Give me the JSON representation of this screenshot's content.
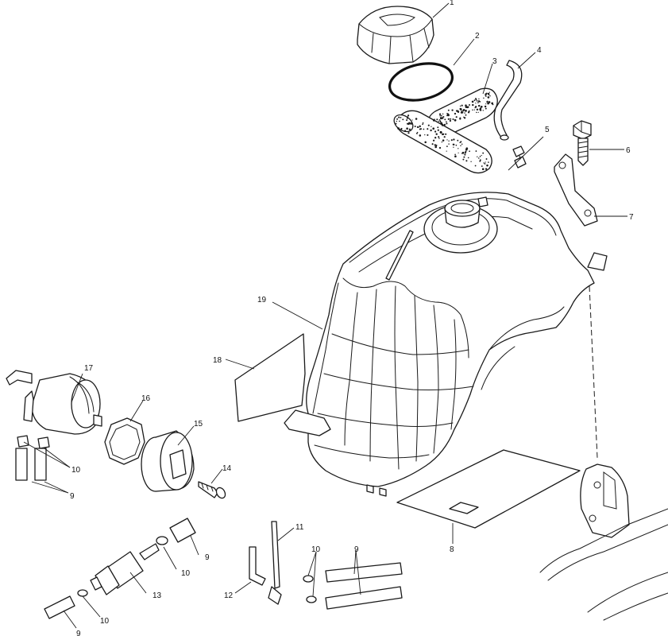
{
  "callouts": [
    {
      "id": "c1",
      "text": "1"
    },
    {
      "id": "c2",
      "text": "2"
    },
    {
      "id": "c3",
      "text": "3"
    },
    {
      "id": "c4",
      "text": "4"
    },
    {
      "id": "c5",
      "text": "5"
    },
    {
      "id": "c6",
      "text": "6"
    },
    {
      "id": "c7",
      "text": "7"
    },
    {
      "id": "c8",
      "text": "8"
    },
    {
      "id": "c9a",
      "text": "9"
    },
    {
      "id": "c9b",
      "text": "9"
    },
    {
      "id": "c9c",
      "text": "9"
    },
    {
      "id": "c9d",
      "text": "9"
    },
    {
      "id": "c10a",
      "text": "10"
    },
    {
      "id": "c10b",
      "text": "10"
    },
    {
      "id": "c10c",
      "text": "10"
    },
    {
      "id": "c10d",
      "text": "10"
    },
    {
      "id": "c11",
      "text": "11"
    },
    {
      "id": "c12",
      "text": "12"
    },
    {
      "id": "c13",
      "text": "13"
    },
    {
      "id": "c14",
      "text": "14"
    },
    {
      "id": "c15",
      "text": "15"
    },
    {
      "id": "c16",
      "text": "16"
    },
    {
      "id": "c17",
      "text": "17"
    },
    {
      "id": "c18",
      "text": "18"
    },
    {
      "id": "c19",
      "text": "19"
    }
  ]
}
